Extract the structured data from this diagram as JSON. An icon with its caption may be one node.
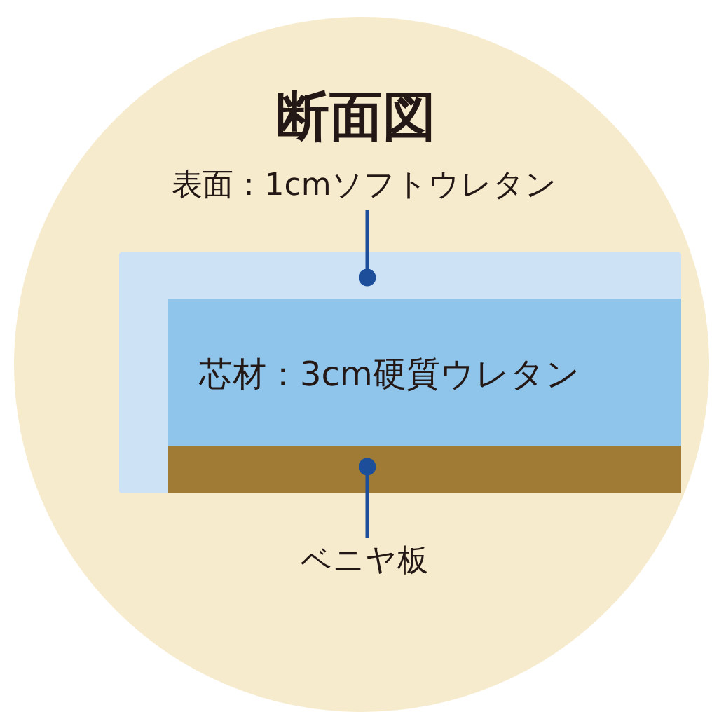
{
  "diagram": {
    "title": "断面図",
    "nodes": [
      {
        "text": [
          "表面：1cmソフトウレタン"
        ]
      },
      {
        "text": [],
        "shape": "box"
      },
      {
        "text": [
          "芯材：3cm硬質ウレタン"
        ],
        "in": 1
      },
      {
        "text": [],
        "shape": "bar",
        "in": 1
      },
      {
        "text": [
          "ベニヤ板"
        ]
      }
    ],
    "edges": [
      {
        "from": 0,
        "to": 1,
        "arrow": "other"
      },
      {
        "from": 4,
        "to": 3,
        "arrow": "other"
      }
    ]
  }
}
